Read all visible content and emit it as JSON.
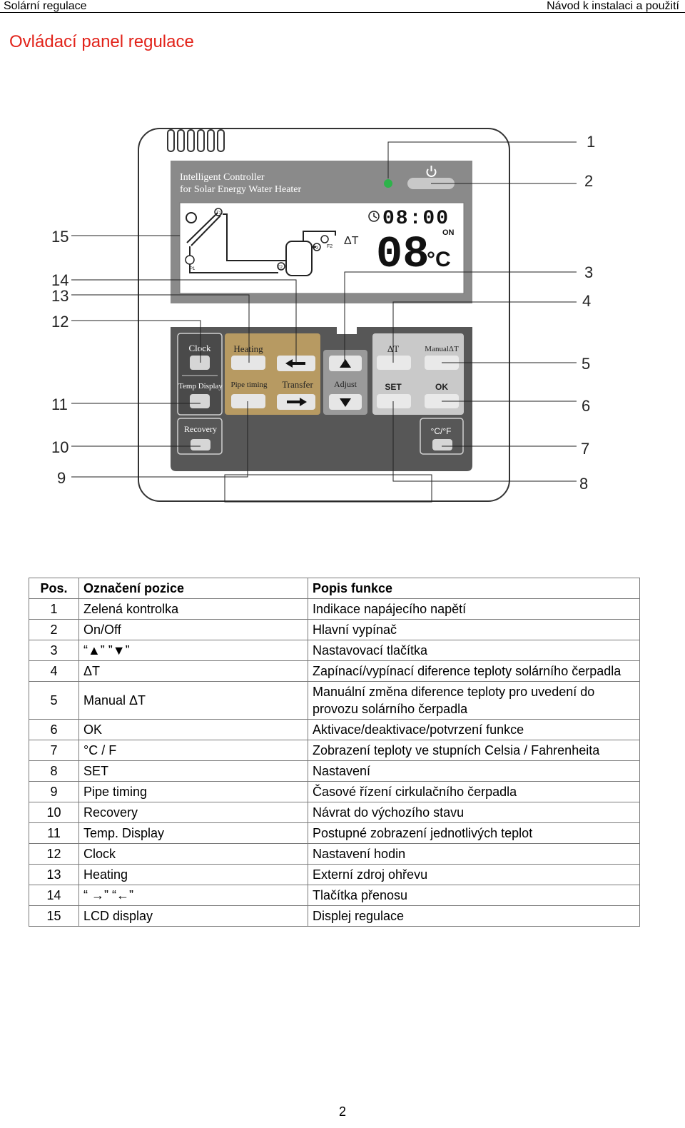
{
  "header": {
    "left": "Solární regulace",
    "right": "Návod k instalaci a použití"
  },
  "title": "Ovládací panel regulace",
  "device": {
    "brand_line1": "Intelligent Controller",
    "brand_line2": "for Solar Energy Water Heater",
    "time": "08:00",
    "temp": "08",
    "temp_unit": "°C",
    "on_label": "ON",
    "delta_label": "ΔT",
    "lcd_labels": {
      "t1": "T1",
      "t2": "T2",
      "t3": "T3",
      "p1": "P1",
      "f2": "F2"
    },
    "buttons": {
      "clock": "Clock",
      "temp_display": "Temp Display",
      "heating": "Heating",
      "pipe_timing": "Pipe timing",
      "transfer": "Transfer",
      "adjust": "Adjust",
      "delta_t": "ΔT",
      "manual_delta_t": "ManualΔT",
      "set": "SET",
      "ok": "OK",
      "recovery": "Recovery",
      "unit": "°C/°F"
    },
    "callouts": [
      "1",
      "2",
      "3",
      "4",
      "5",
      "6",
      "7",
      "8",
      "9",
      "10",
      "11",
      "12",
      "13",
      "14",
      "15"
    ]
  },
  "table": {
    "headers": [
      "Pos.",
      "Označení pozice",
      "Popis funkce"
    ],
    "rows": [
      [
        "1",
        "Zelená kontrolka",
        "Indikace napájecího napětí"
      ],
      [
        "2",
        "On/Off",
        "Hlavní vypínač"
      ],
      [
        "3",
        "“▲” ”▼”",
        "Nastavovací tlačítka"
      ],
      [
        "4",
        "ΔT",
        "Zapínací/vypínací diference teploty solárního čerpadla"
      ],
      [
        "5",
        "Manual ΔT",
        "Manuální změna diference teploty pro uvedení do provozu solárního čerpadla"
      ],
      [
        "6",
        "OK",
        "Aktivace/deaktivace/potvrzení funkce"
      ],
      [
        "7",
        "°C / F",
        "Zobrazení teploty ve stupních Celsia / Fahrenheita"
      ],
      [
        "8",
        "SET",
        "Nastavení"
      ],
      [
        "9",
        "Pipe timing",
        "Časové řízení cirkulačního čerpadla"
      ],
      [
        "10",
        "Recovery",
        "Návrat do výchozího stavu"
      ],
      [
        "11",
        "Temp. Display",
        "Postupné zobrazení jednotlivých teplot"
      ],
      [
        "12",
        "Clock",
        "Nastavení hodin"
      ],
      [
        "13",
        "Heating",
        "Externí zdroj ohřevu"
      ],
      [
        "14",
        "“ →” “←”",
        "Tlačítka přenosu"
      ],
      [
        "15",
        "LCD display",
        "Displej regulace"
      ]
    ]
  },
  "page_number": "2"
}
